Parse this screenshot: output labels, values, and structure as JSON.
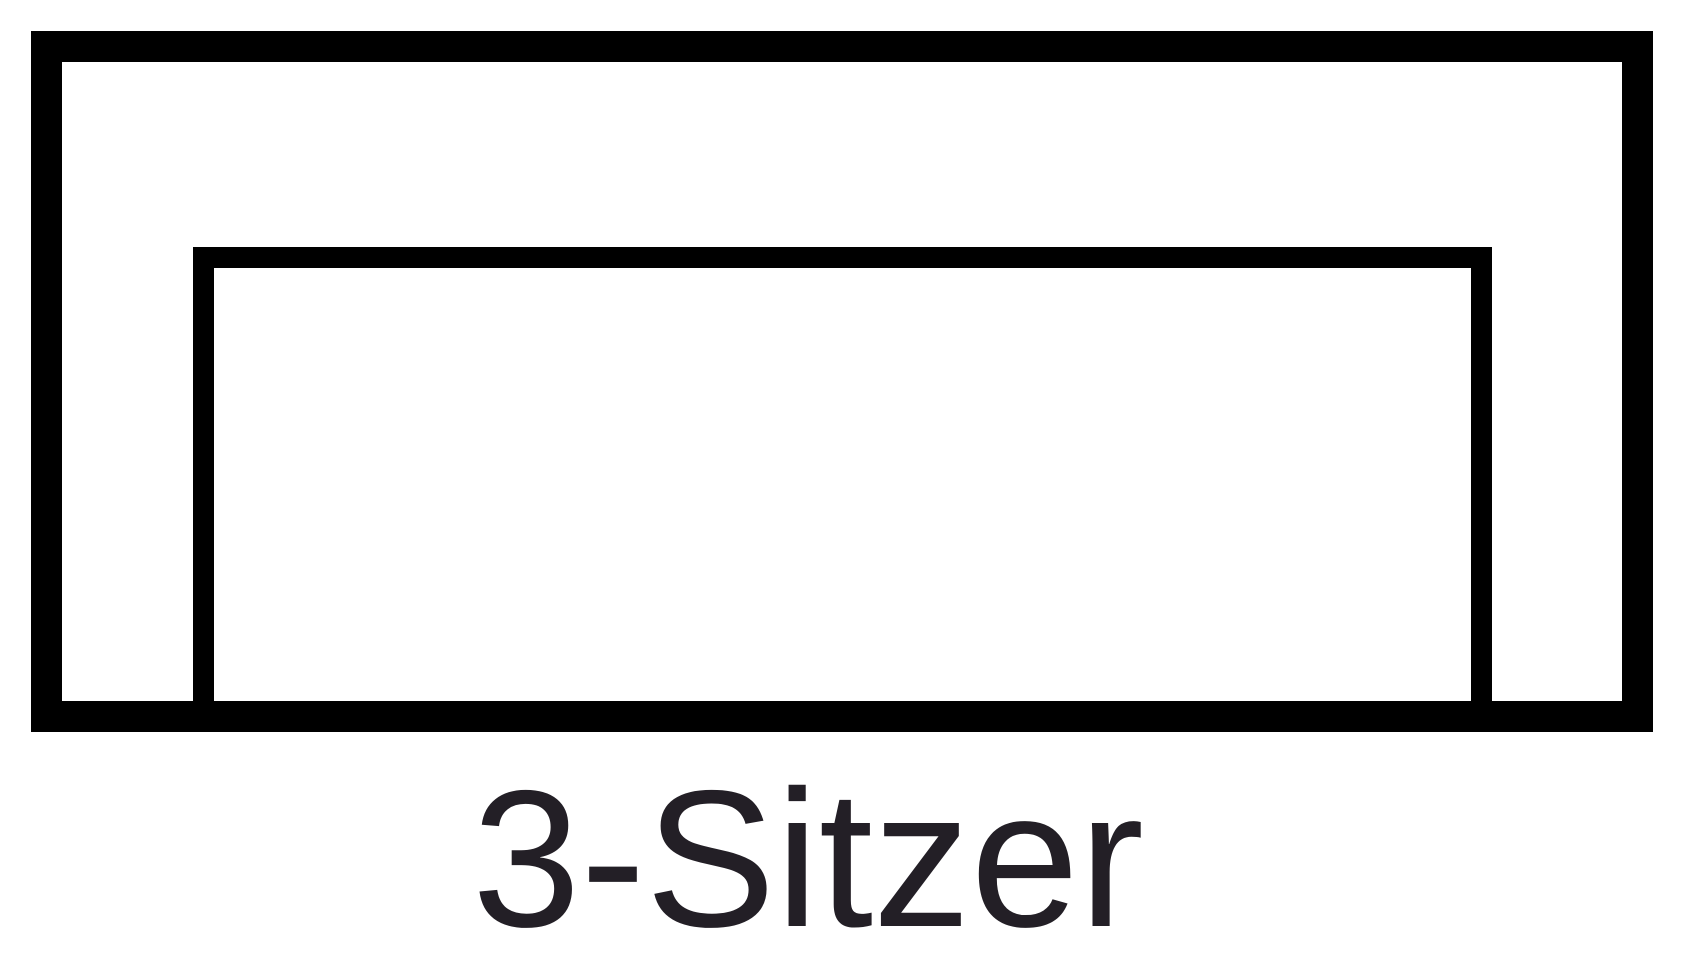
{
  "pictogram": {
    "type": "sofa-top-view",
    "seats": "3",
    "label": "3-Sitzer"
  },
  "colors": {
    "background": "#ffffff",
    "outline": "#000000",
    "text": "#231f26"
  }
}
